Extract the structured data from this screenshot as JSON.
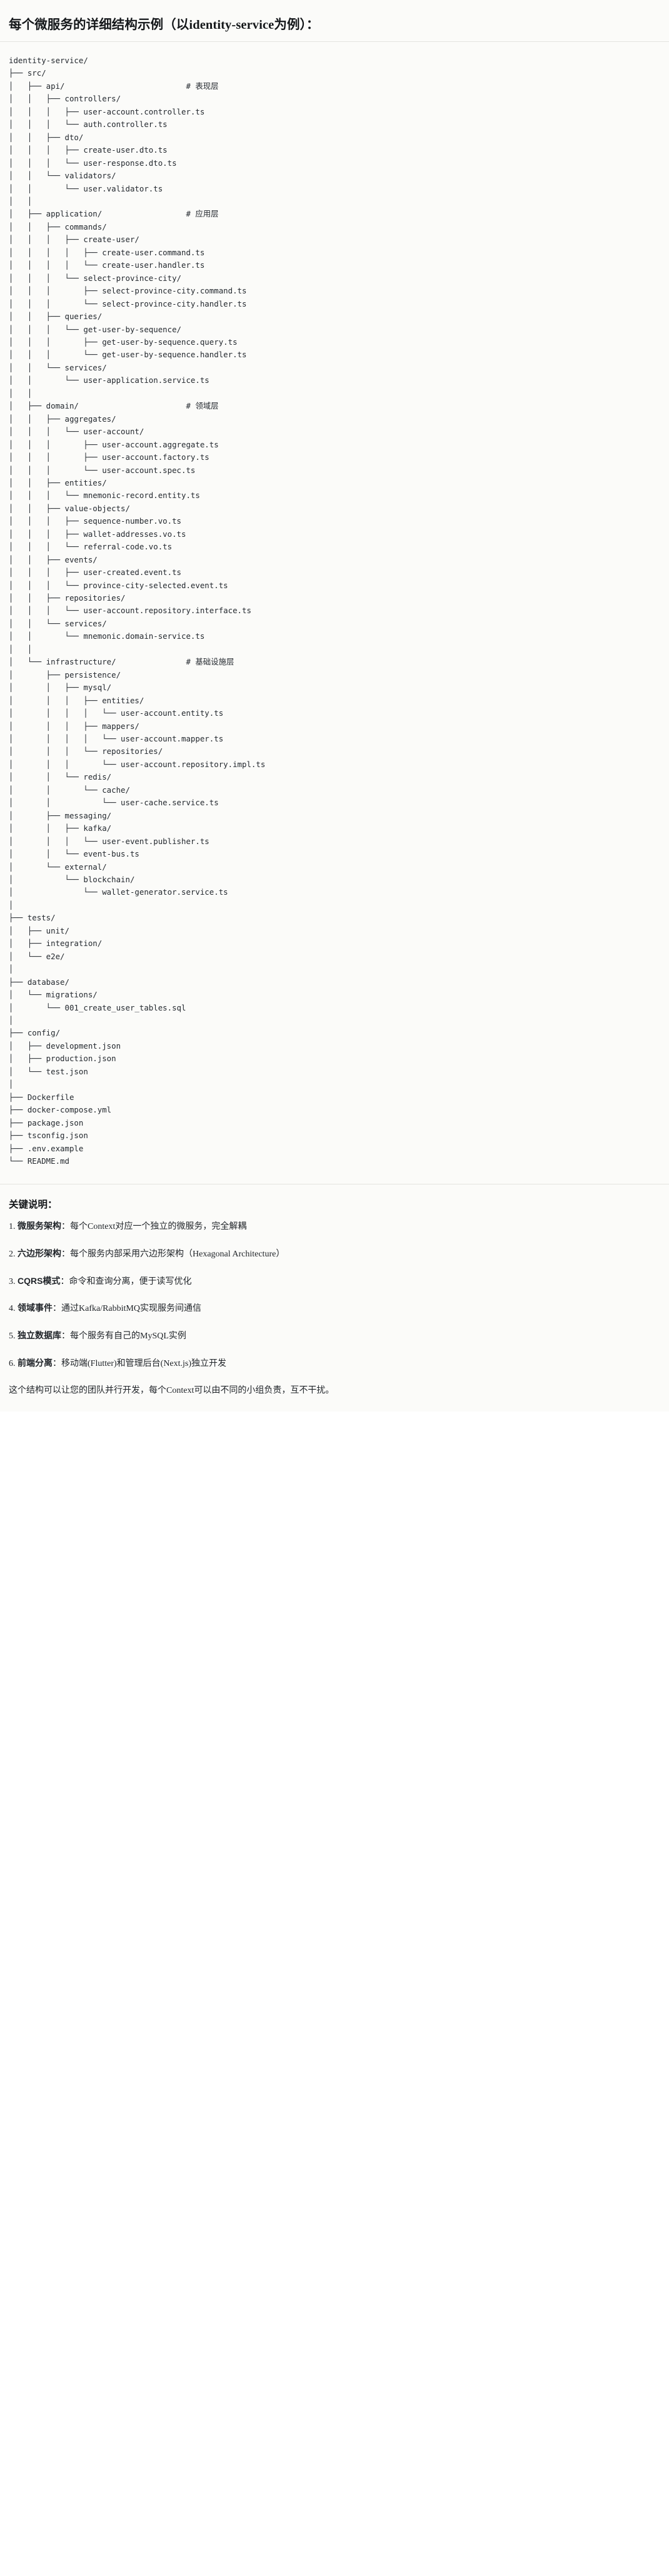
{
  "header": {
    "title_prefix": "每个微服务的详细结构示例",
    "title_paren": "（以identity-service为例）：",
    "title_full": "每个微服务的详细结构示例（以identity-service为例）："
  },
  "tree": {
    "root": "identity-service/",
    "lines": [
      "identity-service/",
      "├── src/",
      "│   ├── api/                          # 表现层",
      "│   │   ├── controllers/",
      "│   │   │   ├── user-account.controller.ts",
      "│   │   │   └── auth.controller.ts",
      "│   │   ├── dto/",
      "│   │   │   ├── create-user.dto.ts",
      "│   │   │   └── user-response.dto.ts",
      "│   │   └── validators/",
      "│   │       └── user.validator.ts",
      "│   │",
      "│   ├── application/                  # 应用层",
      "│   │   ├── commands/",
      "│   │   │   ├── create-user/",
      "│   │   │   │   ├── create-user.command.ts",
      "│   │   │   │   └── create-user.handler.ts",
      "│   │   │   └── select-province-city/",
      "│   │   │       ├── select-province-city.command.ts",
      "│   │   │       └── select-province-city.handler.ts",
      "│   │   ├── queries/",
      "│   │   │   └── get-user-by-sequence/",
      "│   │   │       ├── get-user-by-sequence.query.ts",
      "│   │   │       └── get-user-by-sequence.handler.ts",
      "│   │   └── services/",
      "│   │       └── user-application.service.ts",
      "│   │",
      "│   ├── domain/                       # 领域层",
      "│   │   ├── aggregates/",
      "│   │   │   └── user-account/",
      "│   │   │       ├── user-account.aggregate.ts",
      "│   │   │       ├── user-account.factory.ts",
      "│   │   │       └── user-account.spec.ts",
      "│   │   ├── entities/",
      "│   │   │   └── mnemonic-record.entity.ts",
      "│   │   ├── value-objects/",
      "│   │   │   ├── sequence-number.vo.ts",
      "│   │   │   ├── wallet-addresses.vo.ts",
      "│   │   │   └── referral-code.vo.ts",
      "│   │   ├── events/",
      "│   │   │   ├── user-created.event.ts",
      "│   │   │   └── province-city-selected.event.ts",
      "│   │   ├── repositories/",
      "│   │   │   └── user-account.repository.interface.ts",
      "│   │   └── services/",
      "│   │       └── mnemonic.domain-service.ts",
      "│   │",
      "│   └── infrastructure/               # 基础设施层",
      "│       ├── persistence/",
      "│       │   ├── mysql/",
      "│       │   │   ├── entities/",
      "│       │   │   │   └── user-account.entity.ts",
      "│       │   │   ├── mappers/",
      "│       │   │   │   └── user-account.mapper.ts",
      "│       │   │   └── repositories/",
      "│       │   │       └── user-account.repository.impl.ts",
      "│       │   └── redis/",
      "│       │       └── cache/",
      "│       │           └── user-cache.service.ts",
      "│       ├── messaging/",
      "│       │   ├── kafka/",
      "│       │   │   └── user-event.publisher.ts",
      "│       │   └── event-bus.ts",
      "│       └── external/",
      "│           └── blockchain/",
      "│               └── wallet-generator.service.ts",
      "│",
      "├── tests/",
      "│   ├── unit/",
      "│   ├── integration/",
      "│   └── e2e/",
      "│",
      "├── database/",
      "│   └── migrations/",
      "│       └── 001_create_user_tables.sql",
      "│",
      "├── config/",
      "│   ├── development.json",
      "│   ├── production.json",
      "│   └── test.json",
      "│",
      "├── Dockerfile",
      "├── docker-compose.yml",
      "├── package.json",
      "├── tsconfig.json",
      "├── .env.example",
      "└── README.md"
    ],
    "layer_comments": [
      {
        "path": "api/",
        "comment": "# 表现层"
      },
      {
        "path": "application/",
        "comment": "# 应用层"
      },
      {
        "path": "domain/",
        "comment": "# 领域层"
      },
      {
        "path": "infrastructure/",
        "comment": "# 基础设施层"
      }
    ]
  },
  "notes": {
    "title": "关键说明：",
    "items": [
      {
        "key": "微服务架构",
        "sep": "：",
        "value": "每个Context对应一个独立的微服务，完全解耦"
      },
      {
        "key": "六边形架构",
        "sep": "：",
        "value": "每个服务内部采用六边形架构（Hexagonal Architecture）"
      },
      {
        "key": "CQRS模式",
        "sep": "：",
        "value": "命令和查询分离，便于读写优化"
      },
      {
        "key": "领域事件",
        "sep": "：",
        "value": "通过Kafka/RabbitMQ实现服务间通信"
      },
      {
        "key": "独立数据库",
        "sep": "：",
        "value": "每个服务有自己的MySQL实例"
      },
      {
        "key": "前端分离",
        "sep": "：",
        "value": "移动端(Flutter)和管理后台(Next.js)独立开发"
      }
    ],
    "closing": "这个结构可以让您的团队并行开发，每个Context可以由不同的小组负责，互不干扰。"
  },
  "colors": {
    "page_background": "#fbfbf9",
    "text": "#1f2328",
    "code_text": "#24292f",
    "divider": "#e4e4e0"
  }
}
